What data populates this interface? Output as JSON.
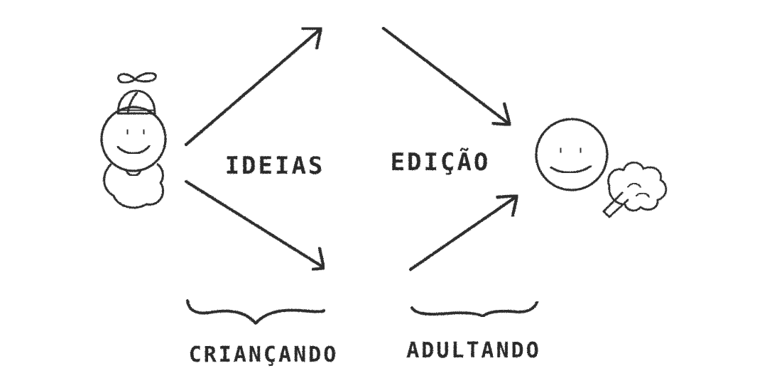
{
  "labels": {
    "top_middle": "IDEIAS",
    "top_right": "EDIÇÃO",
    "bottom_left": "CRIANÇANDO",
    "bottom_right": "ADULTANDO"
  },
  "figures": {
    "left": "child-with-propeller-cap",
    "right": "adult-with-broccoli"
  },
  "colors": {
    "ink": "#2e2e2e",
    "background": "#ffffff"
  }
}
